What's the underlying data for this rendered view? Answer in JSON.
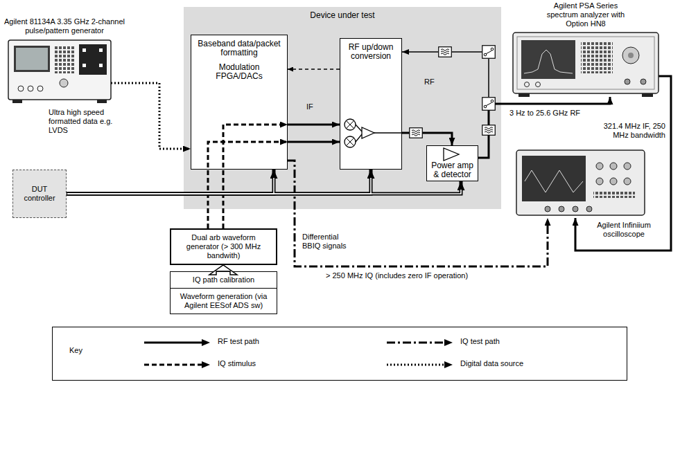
{
  "diagram": {
    "nodes": [
      {
        "text": [
          "Agilent 81134A 3.35 GHz 2-channel pulse/pattern generator"
        ]
      },
      {
        "text": [
          "Device under test"
        ]
      },
      {
        "text": [
          "Baseband data/packet formatting",
          "Modulation FPGA/DACs"
        ],
        "in": 1
      },
      {
        "text": [
          "RF up/down conversion"
        ],
        "in": 1
      },
      {
        "text": [
          "Power amp & detector"
        ],
        "in": 1
      },
      {
        "text": [
          "DUT controller"
        ]
      },
      {
        "text": [
          "Dual arb waveform generator (> 300 MHz bandwith)"
        ]
      },
      {
        "text": [
          "IQ path calibration"
        ]
      },
      {
        "text": [
          "Waveform generation (via Agilent EESof ADS sw)"
        ]
      },
      {
        "text": [
          "Agilent PSA Series spectrum analyzer with Option HN8"
        ]
      },
      {
        "text": [
          "Agilent Infiniium oscilloscope"
        ]
      }
    ],
    "edges": [
      {
        "from": 0,
        "to": 2,
        "arrow": "to"
      },
      {
        "from": 6,
        "to": 2,
        "arrow": "to"
      },
      {
        "from": 6,
        "to": 2,
        "arrow": "to"
      },
      {
        "from": 2,
        "to": 3,
        "arrow": "to"
      },
      {
        "from": 2,
        "to": 3,
        "arrow": "to"
      },
      {
        "from": 3,
        "to": 2,
        "arrow": "to"
      },
      {
        "from": 3,
        "to": 4,
        "arrow": "to"
      },
      {
        "from": 4,
        "to": 9,
        "arrow": "to"
      },
      {
        "from": 9,
        "to": 10,
        "arrow": "to"
      },
      {
        "from": 2,
        "to": 10,
        "arrow": "to"
      },
      {
        "from": 5,
        "to": 2,
        "arrow": "to"
      },
      {
        "from": 5,
        "to": 3,
        "arrow": "to"
      },
      {
        "from": 5,
        "to": 4,
        "arrow": "to"
      },
      {
        "from": 7,
        "to": 6,
        "arrow": "to"
      }
    ],
    "labels": [
      "IF",
      "RF",
      "Ultra high speed formatted data e.g. LVDS",
      "Differential BBIQ signals",
      "> 250 MHz IQ (includes zero IF operation)",
      "3 Hz to 25.6 GHz RF",
      "321.4 MHz IF, 250 MHz bandwidth",
      "Key"
    ],
    "legend": [
      {
        "text": "RF test path"
      },
      {
        "text": "IQ test path"
      },
      {
        "text": "IQ stimulus"
      },
      {
        "text": "Digital data source"
      }
    ]
  }
}
